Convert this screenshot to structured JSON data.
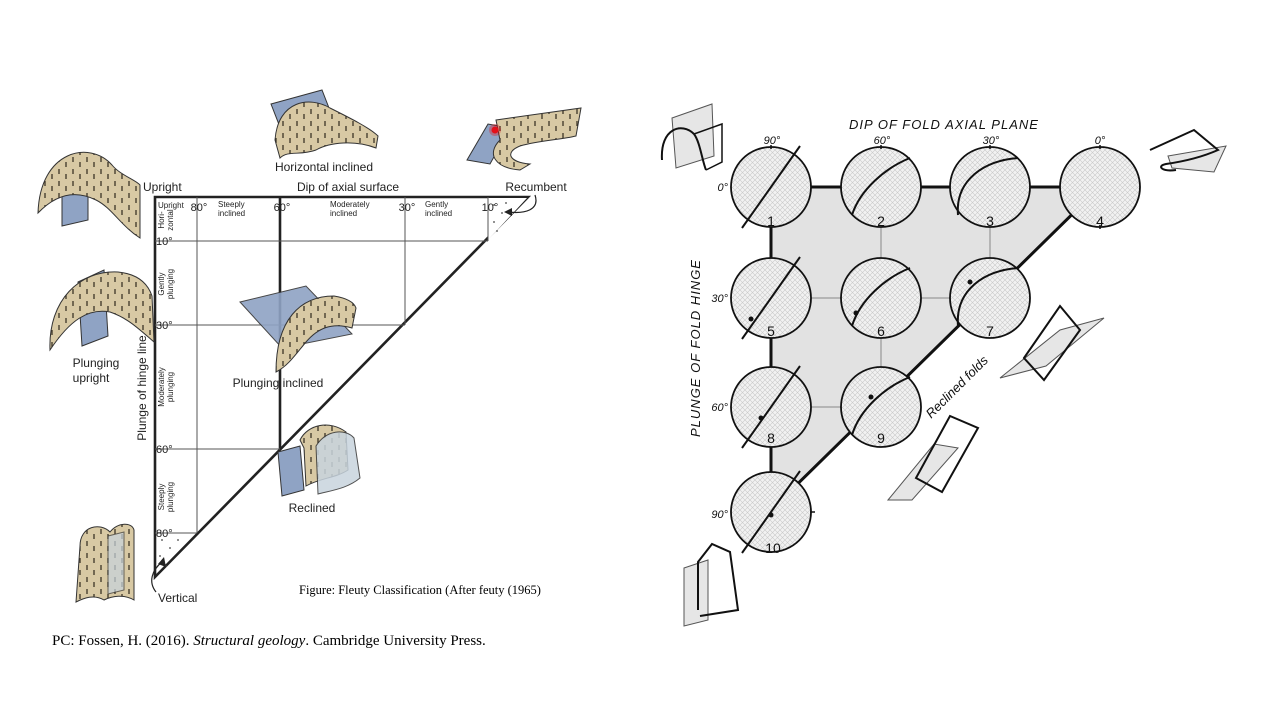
{
  "left_diagram": {
    "top_axis_title": "Dip of axial surface",
    "side_axis_title": "Plunge of hinge line",
    "dip_ticks": [
      "80°",
      "60°",
      "30°",
      "10°"
    ],
    "dip_classes": {
      "upright": "Upright",
      "steeply": [
        "Steeply",
        "inclined"
      ],
      "moderately": [
        "Moderately",
        "inclined"
      ],
      "gently": [
        "Gently",
        "inclined"
      ]
    },
    "plunge_ticks": [
      "10°",
      "30°",
      "60°",
      "80°"
    ],
    "plunge_classes": {
      "horizontal": [
        "Hori-",
        "zontal"
      ],
      "gently": [
        "Gently",
        "plunging"
      ],
      "moderately": [
        "Moderately",
        "plunging"
      ],
      "steeply": [
        "Steeply",
        "plunging"
      ]
    },
    "fold_labels": {
      "upright": "Upright",
      "horizontal_inclined": "Horizontal inclined",
      "recumbent": "Recumbent",
      "plunging_upright": [
        "Plunging",
        "upright"
      ],
      "plunging_inclined": "Plunging inclined",
      "reclined": "Reclined",
      "vertical": "Vertical"
    },
    "caption": "Figure: Fleuty Classification (After feuty (1965)"
  },
  "right_diagram": {
    "top_title": "DIP OF FOLD AXIAL PLANE",
    "side_title": "PLUNGE OF FOLD HINGE",
    "dip_ticks": [
      "90°",
      "60°",
      "30°",
      "0°"
    ],
    "plunge_ticks": [
      "0°",
      "30°",
      "60°",
      "90°"
    ],
    "stereonet_numbers": [
      "1",
      "2",
      "3",
      "4",
      "5",
      "6",
      "7",
      "8",
      "9",
      "10"
    ],
    "reclined_label": "Reclined folds"
  },
  "citation": {
    "prefix": "PC: Fossen, H. (2016). ",
    "title": "Structural geology",
    "suffix": ". Cambridge University Press."
  },
  "colors": {
    "fold_surface": "#d8c9a4",
    "axial_plane": "#8fa3c4",
    "triangle_fill": "#e2e2e2",
    "cursor_dot": "#e3101a"
  }
}
